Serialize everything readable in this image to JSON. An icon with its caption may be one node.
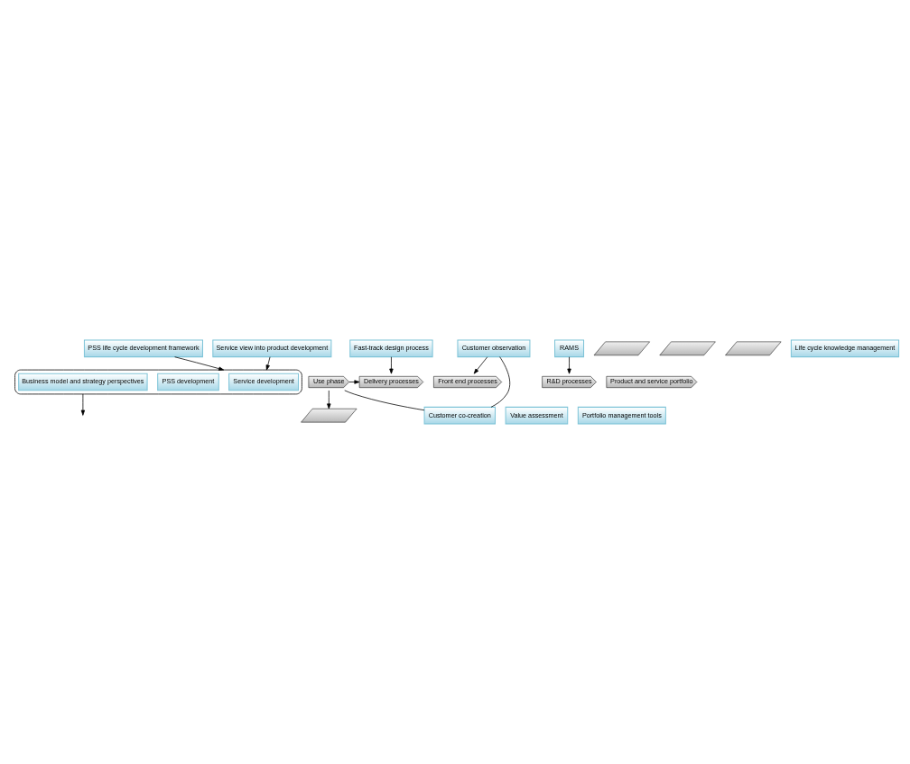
{
  "diagram": {
    "nodes": [
      {
        "text": [
          "PSS life cycle development framework"
        ]
      },
      {
        "text": [],
        "shape": "ellipse"
      },
      {
        "text": [
          "Service development"
        ],
        "in": 1
      },
      {
        "text": [
          "PSS development"
        ],
        "in": 1
      },
      {
        "text": [
          "Business model and strategy perspectives"
        ],
        "in": 1
      },
      {
        "text": [
          "Service view into product development"
        ]
      },
      {
        "text": [
          "Fast-track design process"
        ]
      },
      {
        "text": [
          "Front end processes"
        ]
      },
      {
        "text": [
          "R&D processes"
        ]
      },
      {
        "text": [],
        "shape": "parallelogram"
      },
      {
        "text": [],
        "shape": "parallelogram"
      },
      {
        "text": [
          "Product and service portfolio"
        ]
      },
      {
        "text": [],
        "shape": "parallelogram"
      },
      {
        "text": [],
        "shape": "parallelogram"
      },
      {
        "text": [
          "Delivery processes"
        ]
      },
      {
        "text": [
          "Use phase"
        ]
      },
      {
        "text": [
          "Customer observation"
        ]
      },
      {
        "text": [
          "RAMS"
        ]
      },
      {
        "text": [
          "Customer co-creation"
        ]
      },
      {
        "text": [
          "Value assessment"
        ]
      },
      {
        "text": [
          "Portfolio management tools"
        ]
      },
      {
        "text": [
          "Life cycle knowledge management"
        ]
      }
    ],
    "edges": [
      {
        "from": 0,
        "to": 1,
        "arrow": "to"
      },
      {
        "from": 5,
        "to": 1,
        "arrow": "to"
      },
      {
        "from": 1,
        "to": null,
        "arrow": "to"
      },
      {
        "from": 6,
        "to": 14,
        "arrow": "to"
      },
      {
        "from": 16,
        "to": 7,
        "arrow": "to"
      },
      {
        "from": 17,
        "to": 8,
        "arrow": "to"
      },
      {
        "from": 15,
        "to": 14,
        "arrow": "to"
      },
      {
        "from": 15,
        "to": 13,
        "arrow": "to"
      },
      {
        "from": 15,
        "to": 18,
        "arrow": "none"
      },
      {
        "from": 16,
        "to": 18,
        "arrow": "none"
      }
    ]
  }
}
